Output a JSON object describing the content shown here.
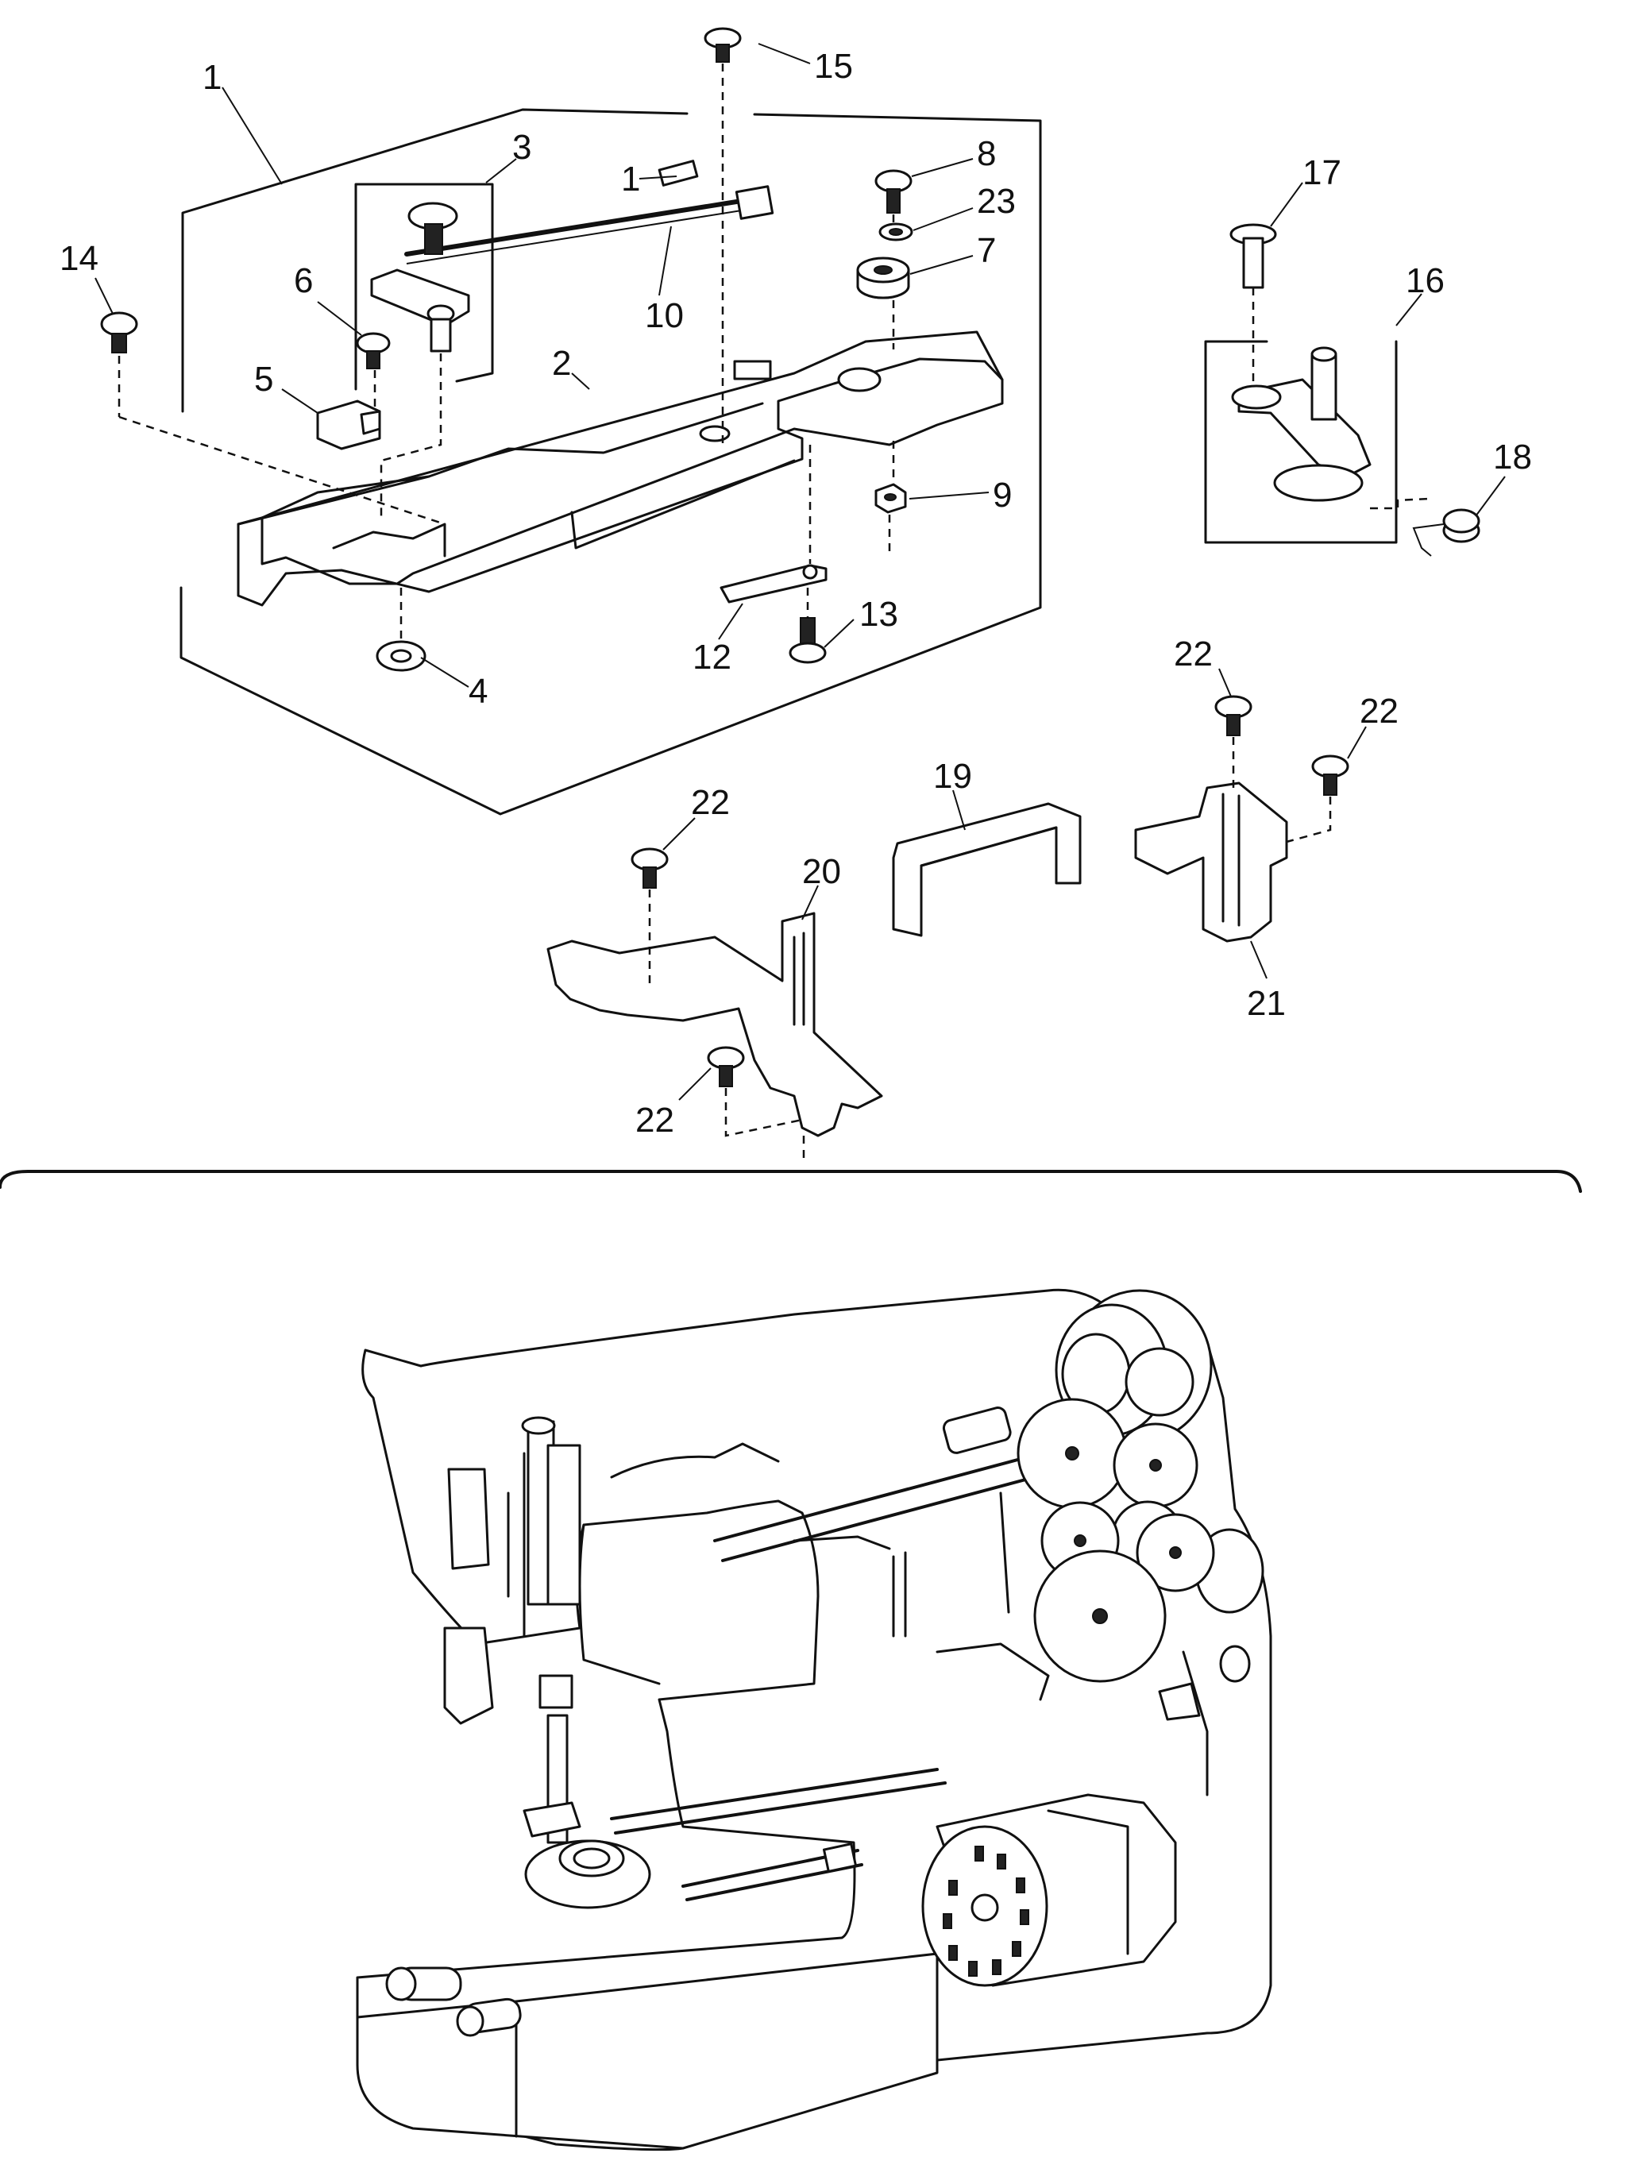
{
  "diagram": {
    "callouts": [
      {
        "id": "c1a",
        "text": "1"
      },
      {
        "id": "c15",
        "text": "15"
      },
      {
        "id": "c3",
        "text": "3"
      },
      {
        "id": "c1b",
        "text": "1"
      },
      {
        "id": "c8",
        "text": "8"
      },
      {
        "id": "c23",
        "text": "23"
      },
      {
        "id": "c7",
        "text": "7"
      },
      {
        "id": "c10",
        "text": "10"
      },
      {
        "id": "c14",
        "text": "14"
      },
      {
        "id": "c6",
        "text": "6"
      },
      {
        "id": "c5",
        "text": "5"
      },
      {
        "id": "c2",
        "text": "2"
      },
      {
        "id": "c9",
        "text": "9"
      },
      {
        "id": "c12",
        "text": "12"
      },
      {
        "id": "c13",
        "text": "13"
      },
      {
        "id": "c4",
        "text": "4"
      },
      {
        "id": "c17",
        "text": "17"
      },
      {
        "id": "c16",
        "text": "16"
      },
      {
        "id": "c18",
        "text": "18"
      },
      {
        "id": "c22a",
        "text": "22"
      },
      {
        "id": "c22b",
        "text": "22"
      },
      {
        "id": "c19",
        "text": "19"
      },
      {
        "id": "c22c",
        "text": "22"
      },
      {
        "id": "c20",
        "text": "20"
      },
      {
        "id": "c21",
        "text": "21"
      },
      {
        "id": "c22d",
        "text": "22"
      }
    ]
  }
}
